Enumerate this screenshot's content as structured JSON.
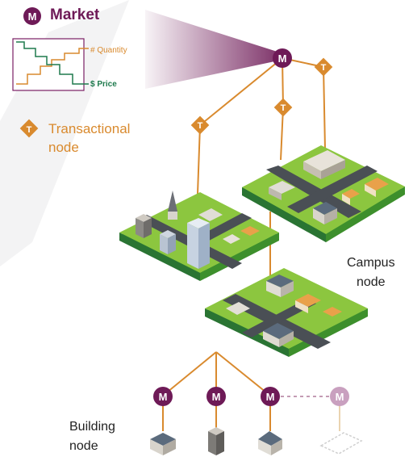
{
  "market": {
    "title": "Market",
    "node_letter": "M",
    "quantity_label": "# Quantity",
    "price_label": "$ Price"
  },
  "transactional": {
    "letter": "T",
    "label_line1": "Transactional",
    "label_line2": "node"
  },
  "campus": {
    "label_line1": "Campus",
    "label_line2": "node"
  },
  "building": {
    "label_line1": "Building",
    "label_line2": "node"
  },
  "colors": {
    "market_purple": "#6e1a57",
    "transactional_orange": "#d98a2e",
    "grass_green": "#8cc63f",
    "road_gray": "#4a4f55",
    "price_green": "#1e7a4d",
    "faded_market": "#c9a0bf"
  }
}
